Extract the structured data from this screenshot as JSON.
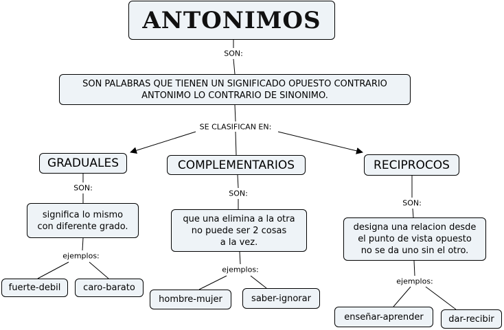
{
  "title": "ANTONIMOS",
  "definition": "SON PALABRAS QUE TIENEN UN SIGNIFICADO OPUESTO CONTRARIO\nANTONIMO LO CONTRARIO DE SINONIMO.",
  "link_labels": {
    "son_top": "SON:",
    "se_clasifican": "SE CLASIFICAN EN:",
    "son_1": "SON:",
    "son_2": "SON:",
    "son_3": "SON:",
    "ejemplos_1": "ejemplos:",
    "ejemplos_2": "ejemplos:",
    "ejemplos_3": "ejemplos:"
  },
  "categories": [
    {
      "name": "GRADUALES",
      "description": "significa lo mismo\ncon diferente grado.",
      "examples": [
        "fuerte-debil",
        "caro-barato"
      ]
    },
    {
      "name": "COMPLEMENTARIOS",
      "description": "que una elimina a la otra\nno puede ser 2 cosas\na la vez.",
      "examples": [
        "hombre-mujer",
        "saber-ignorar"
      ]
    },
    {
      "name": "RECIPROCOS",
      "description": "designa una relacion desde\nel punto de vista opuesto\nno se da uno sin el otro.",
      "examples": [
        "enseñar-aprender",
        "dar-recibir"
      ]
    }
  ]
}
